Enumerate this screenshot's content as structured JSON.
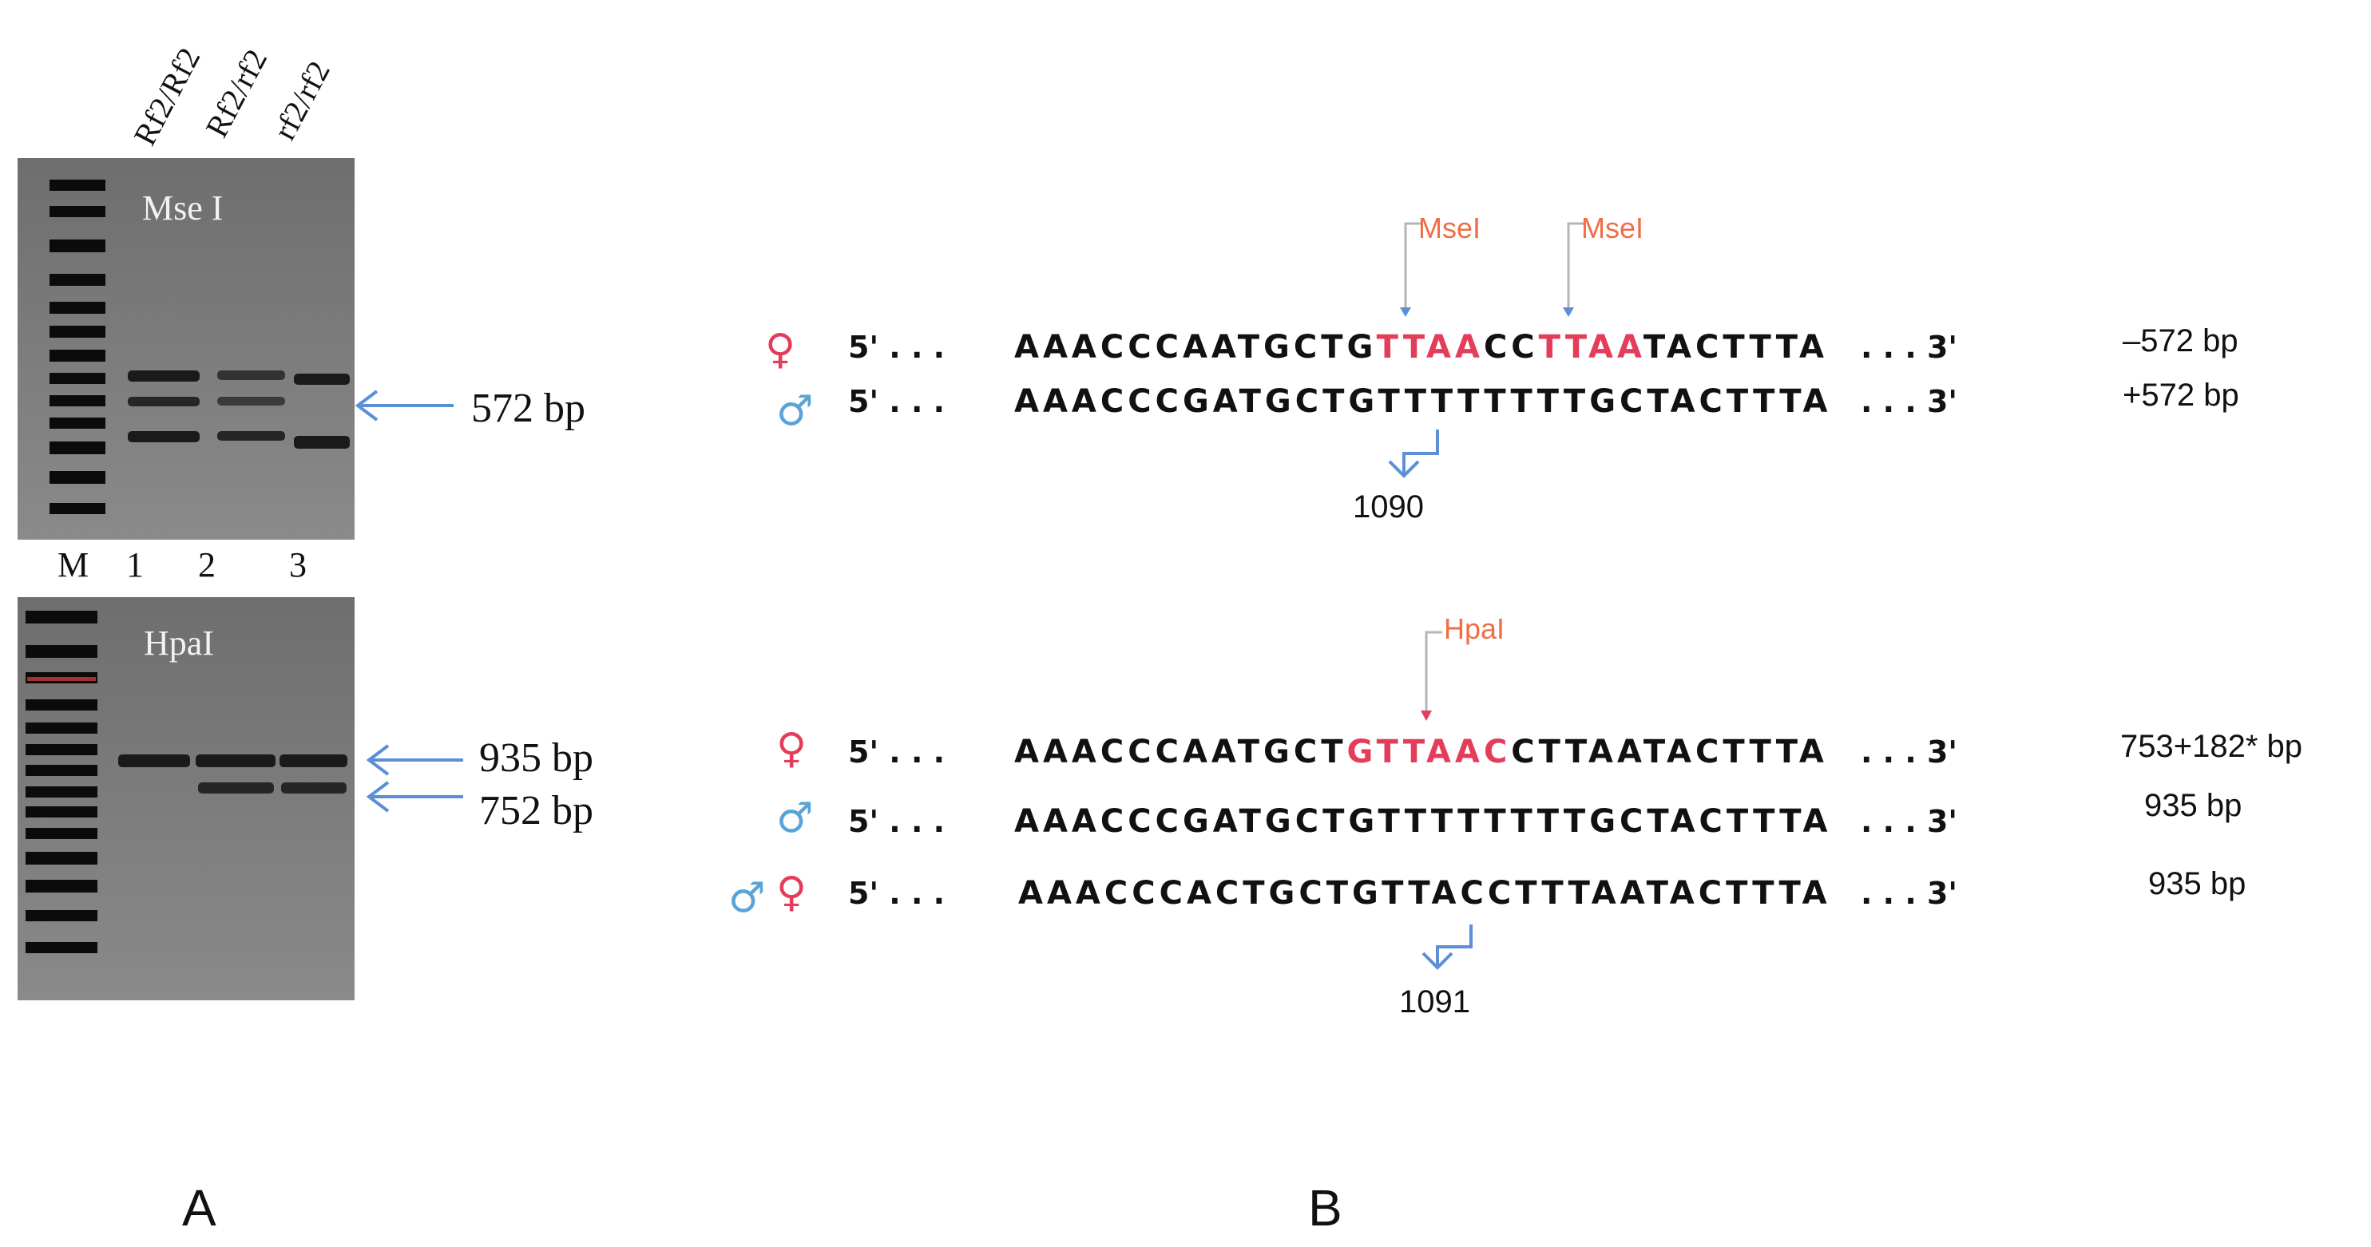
{
  "panel_a": {
    "panel_letter": "A",
    "lane_headers": [
      "Rf2/Rf2",
      "Rf2/rf2",
      "rf2/rf2"
    ],
    "lane_labels": [
      "M",
      "1",
      "2",
      "3"
    ],
    "top_gel": {
      "enzyme": "Mse I",
      "arrows": [
        "572 bp"
      ]
    },
    "bottom_gel": {
      "enzyme": "HpaI",
      "arrows": [
        "935 bp",
        "752 bp"
      ]
    }
  },
  "panel_b": {
    "panel_letter": "B",
    "prime5": "5' . . .",
    "prime3": ". . . 3'",
    "top_block": {
      "enzyme_labels": [
        "MseI",
        "MseI"
      ],
      "rows": [
        {
          "symbol": "♀",
          "pre": "AAACCCAATGCTG",
          "hl1": "TTAA",
          "mid": "CC",
          "hl2": "TTAA",
          "post": "TACTTTA",
          "size": "–572 bp"
        },
        {
          "symbol": "♂",
          "sequence": "AAACCCGATGCTGTTTTTTTTGCTACTTTA",
          "size": "+572 bp"
        }
      ],
      "position": "1090"
    },
    "bottom_block": {
      "enzyme_label": "HpaI",
      "rows": [
        {
          "symbol": "♀",
          "pre": "AAACCCAATGCT",
          "hl": "GTTAAC",
          "post": "CTTAATACTTTA",
          "size": "753+182* bp"
        },
        {
          "symbol": "♂",
          "sequence": "AAACCCGATGCTGTTTTTTTTGCTACTTTA",
          "size": "935 bp"
        },
        {
          "symbol_male": "♂",
          "symbol_female": "♀",
          "sequence": "AAACCCACTGCTGTTACCTTTAATACTTTA",
          "size": "935 bp"
        }
      ],
      "position": "1091"
    }
  },
  "colors": {
    "female": "#e43d5a",
    "male": "#5aa2d8",
    "enzyme": "#ef6e46",
    "arrow": "#5b8fd6",
    "site": "#e43d5a"
  }
}
